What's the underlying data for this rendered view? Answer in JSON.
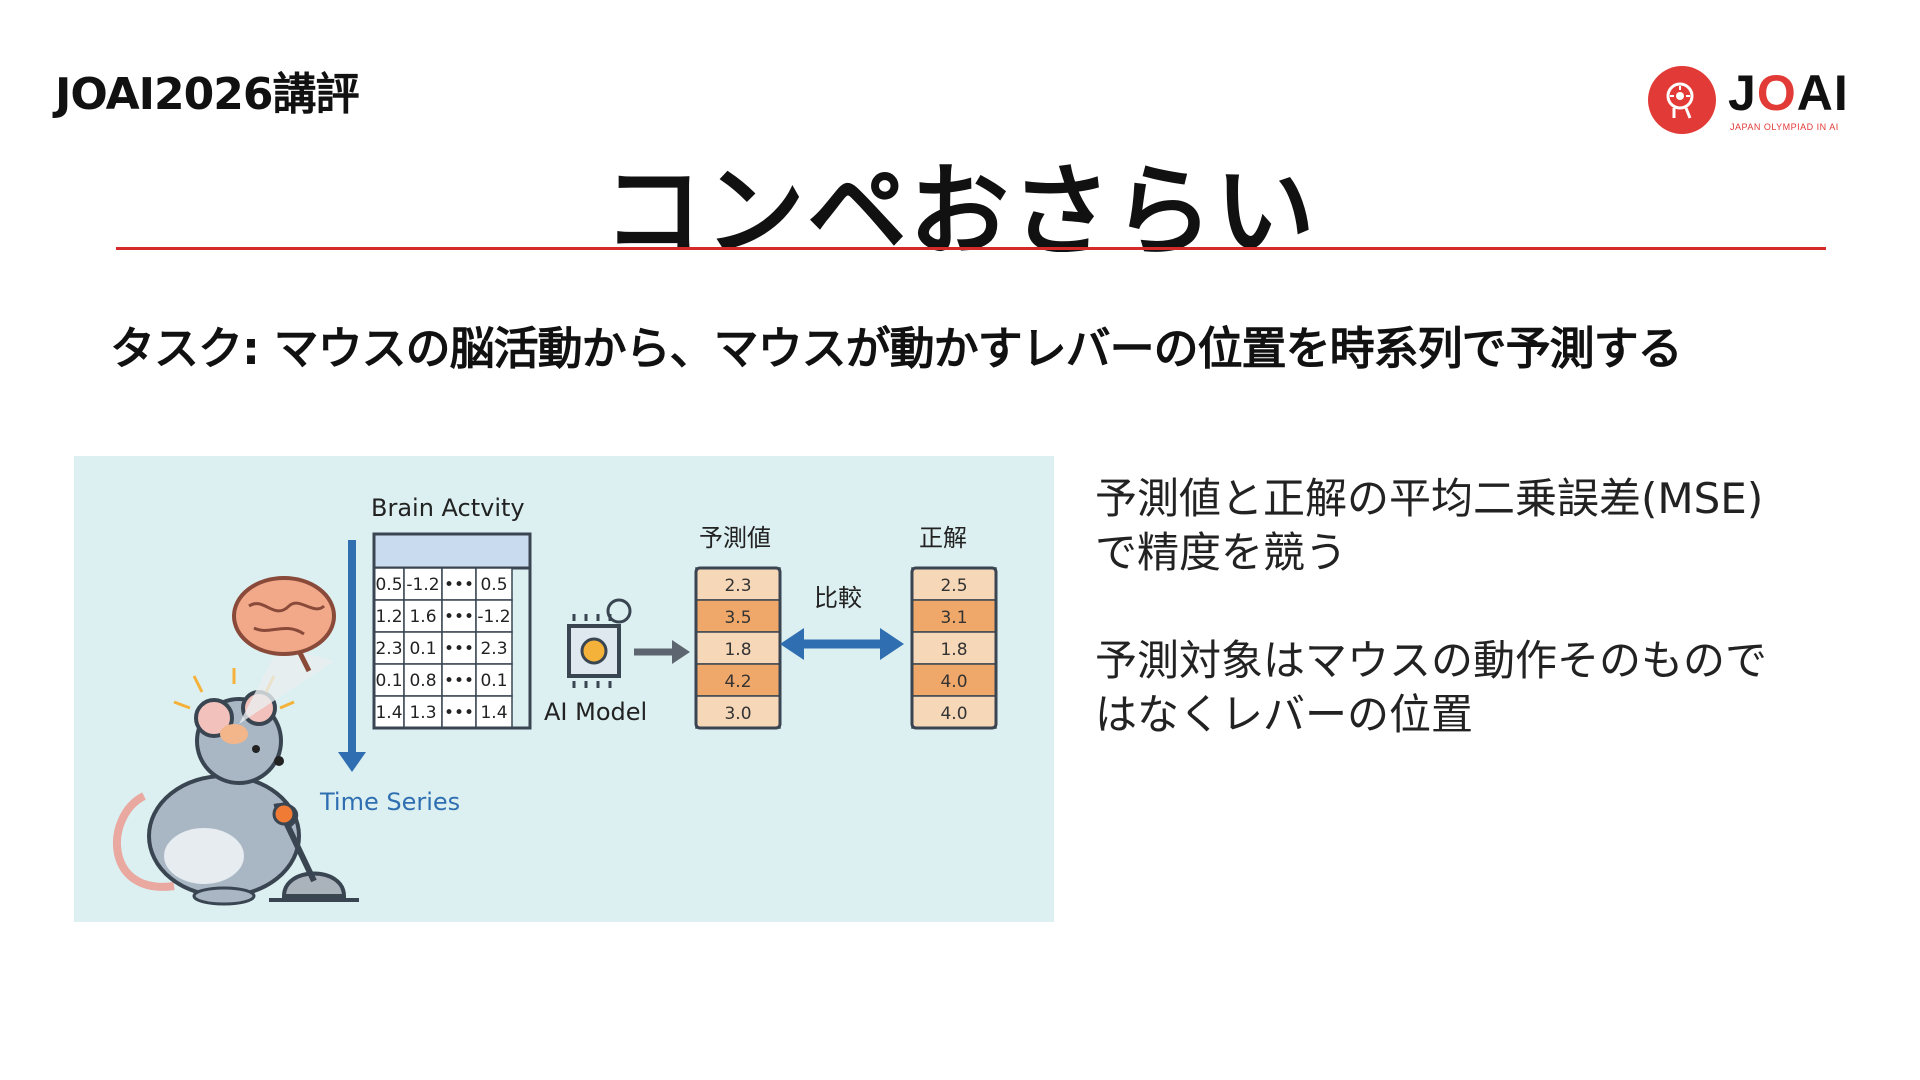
{
  "header": {
    "label": "JOAI2026講評"
  },
  "logo": {
    "text_main": "J",
    "text_accent": "O",
    "text_rest": "AI",
    "subtitle": "JAPAN OLYMPIAD IN AI",
    "accent_color": "#e23a36"
  },
  "title": "コンペおさらい",
  "task": "タスク: マウスの脳活動から、マウスが動かすレバーの位置を時系列で予測する",
  "figure": {
    "brain_activity_label": "Brain Actvity",
    "time_series_label": "Time Series",
    "ai_model_label": "AI Model",
    "prediction_header": "予測値",
    "truth_header": "正解",
    "compare_label": "比較",
    "data_table": [
      [
        "0.5",
        "-1.2",
        "•••",
        "0.5"
      ],
      [
        "1.2",
        "1.6",
        "•••",
        "-1.2"
      ],
      [
        "2.3",
        "0.1",
        "•••",
        "2.3"
      ],
      [
        "0.1",
        "0.8",
        "•••",
        "0.1"
      ],
      [
        "1.4",
        "1.3",
        "•••",
        "1.4"
      ]
    ],
    "predictions": [
      "2.3",
      "3.5",
      "1.8",
      "4.2",
      "3.0"
    ],
    "ground_truth": [
      "2.5",
      "3.1",
      "1.8",
      "4.0",
      "4.0"
    ]
  },
  "bullets": [
    {
      "line1": "予測値と正解の平均二乗誤差(MSE)",
      "line2": "で精度を競う"
    },
    {
      "line1": "予測対象はマウスの動作そのもので",
      "line2": "はなくレバーの位置"
    }
  ]
}
